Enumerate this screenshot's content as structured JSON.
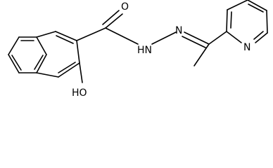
{
  "structure": {
    "atoms": {
      "carbonyl_oxygen": "O",
      "amide_nitrogen": "HN",
      "imine_nitrogen": "N",
      "pyridine_nitrogen": "N",
      "hydroxyl": "HO"
    }
  },
  "colors": {
    "bond": "#000000",
    "label": "#000000",
    "background": "#ffffff"
  }
}
